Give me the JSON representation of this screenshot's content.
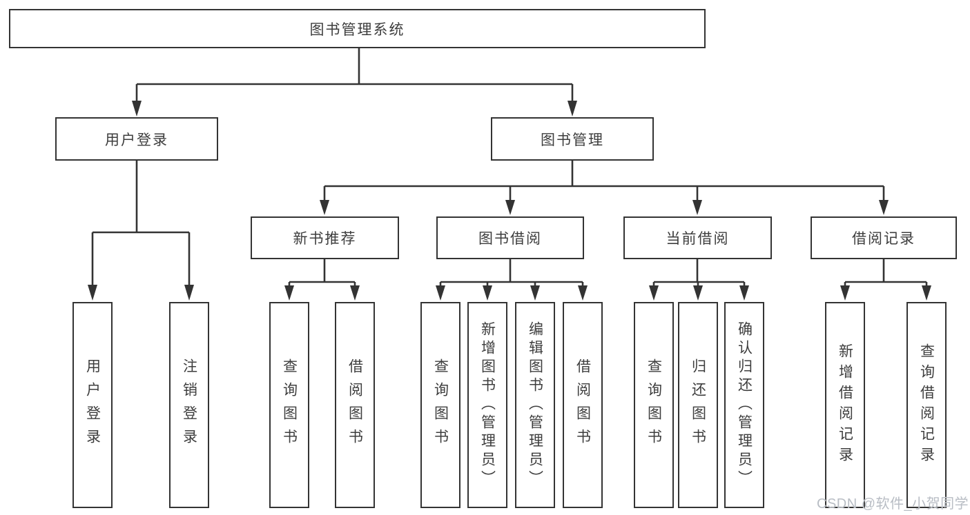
{
  "diagram": {
    "root": {
      "label": "图书管理系统"
    },
    "level2": [
      {
        "label": "用户登录"
      },
      {
        "label": "图书管理"
      }
    ],
    "level3": [
      {
        "label": "新书推荐",
        "parent": "图书管理"
      },
      {
        "label": "图书借阅",
        "parent": "图书管理"
      },
      {
        "label": "当前借阅",
        "parent": "图书管理"
      },
      {
        "label": "借阅记录",
        "parent": "图书管理"
      }
    ],
    "leaves": [
      {
        "label": "用户登录",
        "parent": "用户登录"
      },
      {
        "label": "注销登录",
        "parent": "用户登录"
      },
      {
        "label": "查询图书",
        "parent": "新书推荐"
      },
      {
        "label": "借阅图书",
        "parent": "新书推荐"
      },
      {
        "label": "查询图书",
        "parent": "图书借阅"
      },
      {
        "label": "新增图书（管理员）",
        "parent": "图书借阅"
      },
      {
        "label": "编辑图书（管理员）",
        "parent": "图书借阅"
      },
      {
        "label": "借阅图书",
        "parent": "图书借阅"
      },
      {
        "label": "查询图书",
        "parent": "当前借阅"
      },
      {
        "label": "归还图书",
        "parent": "当前借阅"
      },
      {
        "label": "确认归还（管理员）",
        "parent": "当前借阅"
      },
      {
        "label": "新增借阅记录",
        "parent": "借阅记录"
      },
      {
        "label": "查询借阅记录",
        "parent": "借阅记录"
      }
    ]
  },
  "watermark": {
    "text": "CSDN @软件_小贺同学"
  },
  "colors": {
    "line": "#333333",
    "box_border": "#333333",
    "text": "#3d3d3d",
    "watermark": "#b8bdc4",
    "background": "#ffffff"
  }
}
